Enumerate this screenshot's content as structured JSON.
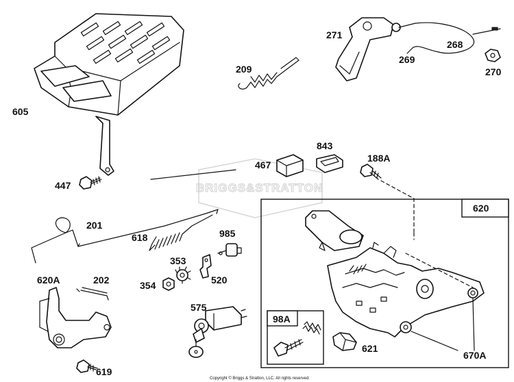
{
  "watermark": "BRIGGS&STRATTON",
  "copyright": "Copyright © Briggs & Stratton, LLC. All rights reserved.",
  "labels": {
    "p605": "605",
    "p209": "209",
    "p271": "271",
    "p268": "268",
    "p269": "269",
    "p270": "270",
    "p447": "447",
    "p467": "467",
    "p843": "843",
    "p188A": "188A",
    "p201": "201",
    "p618": "618",
    "p985": "985",
    "p353": "353",
    "p354": "354",
    "p520": "520",
    "p620A": "620A",
    "p202": "202",
    "p575": "575",
    "p619": "619",
    "p620": "620",
    "p98A": "98A",
    "p621": "621",
    "p670A": "670A"
  }
}
